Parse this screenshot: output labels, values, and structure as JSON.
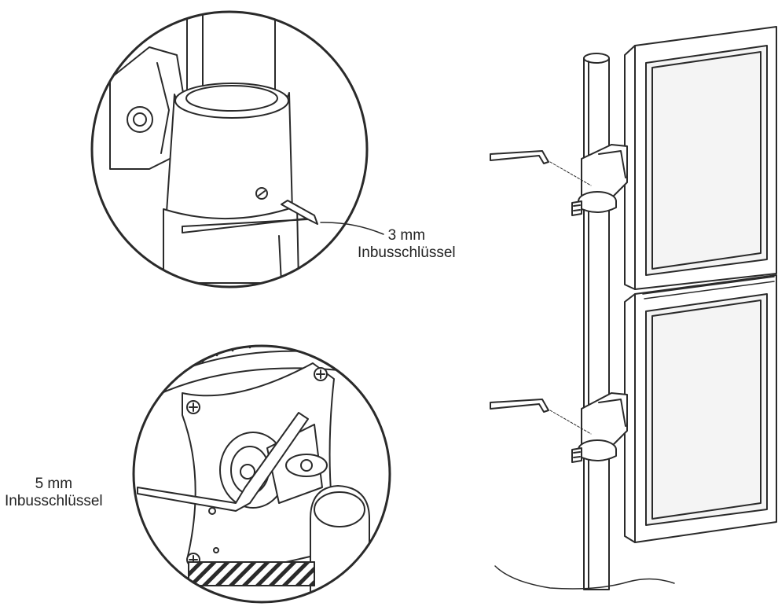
{
  "callouts": {
    "upper_wrench": {
      "size": "3 mm",
      "name": "Inbusschlüssel"
    },
    "lower_wrench": {
      "size": "5 mm",
      "name": "Inbusschlüssel"
    }
  },
  "colors": {
    "line": "#2a2a2a",
    "fill": "#ffffff",
    "shade": "#d8d8d8",
    "screen": "#f4f4f4"
  }
}
